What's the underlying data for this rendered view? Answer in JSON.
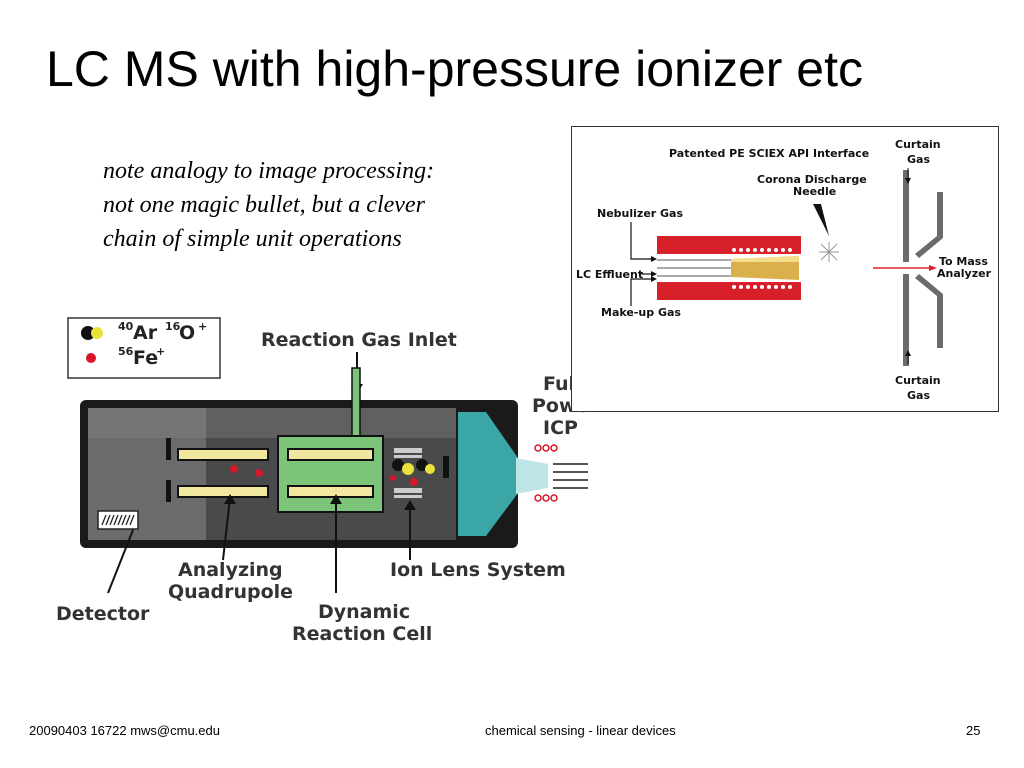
{
  "slide": {
    "title": "LC MS with high-pressure ionizer etc",
    "note_lines": [
      "note analogy to image processing:",
      "not one magic bullet, but a clever",
      "chain of simple unit operations"
    ]
  },
  "icp_diagram": {
    "legend": {
      "ar_mass": "40",
      "ar_symbol": "Ar",
      "o_mass": "16",
      "o_symbol": "O",
      "o_charge": "+",
      "fe_mass": "56",
      "fe_symbol": "Fe",
      "fe_charge": "+"
    },
    "labels": {
      "reaction_gas_inlet": "Reaction Gas Inlet",
      "full": "Full",
      "power": "Power",
      "icp": "ICP",
      "analyzing": "Analyzing",
      "quadrupole": "Quadrupole",
      "detector": "Detector",
      "ion_lens_system": "Ion Lens System",
      "dynamic": "Dynamic",
      "reaction_cell": "Reaction Cell"
    },
    "colors": {
      "chamber": "#1a1a1a",
      "cell": "#7cc47a",
      "rods": "#f2e7a0",
      "cone": "#3aa7a6",
      "fe_ion": "#d6172a",
      "o_ion": "#e9e23b"
    }
  },
  "sciex_diagram": {
    "title": "Patented PE SCIEX API Interface",
    "labels": {
      "curtain_gas_top_1": "Curtain",
      "curtain_gas_top_2": "Gas",
      "corona_1": "Corona Discharge",
      "corona_2": "Needle",
      "nebulizer_gas": "Nebulizer Gas",
      "lc_effluent": "LC Effluent",
      "makeup_gas": "Make-up Gas",
      "to_mass": "To Mass",
      "analyzer": "Analyzer",
      "curtain_gas_bottom_1": "Curtain",
      "curtain_gas_bottom_2": "Gas"
    },
    "colors": {
      "heater": "#d8202a",
      "spray": "#d9b04a",
      "plate": "#6b6b6b",
      "beam": "#e0202a"
    }
  },
  "footer": {
    "left": "20090403 16722 mws@cmu.edu",
    "center": "chemical sensing - linear devices",
    "page": "25"
  }
}
